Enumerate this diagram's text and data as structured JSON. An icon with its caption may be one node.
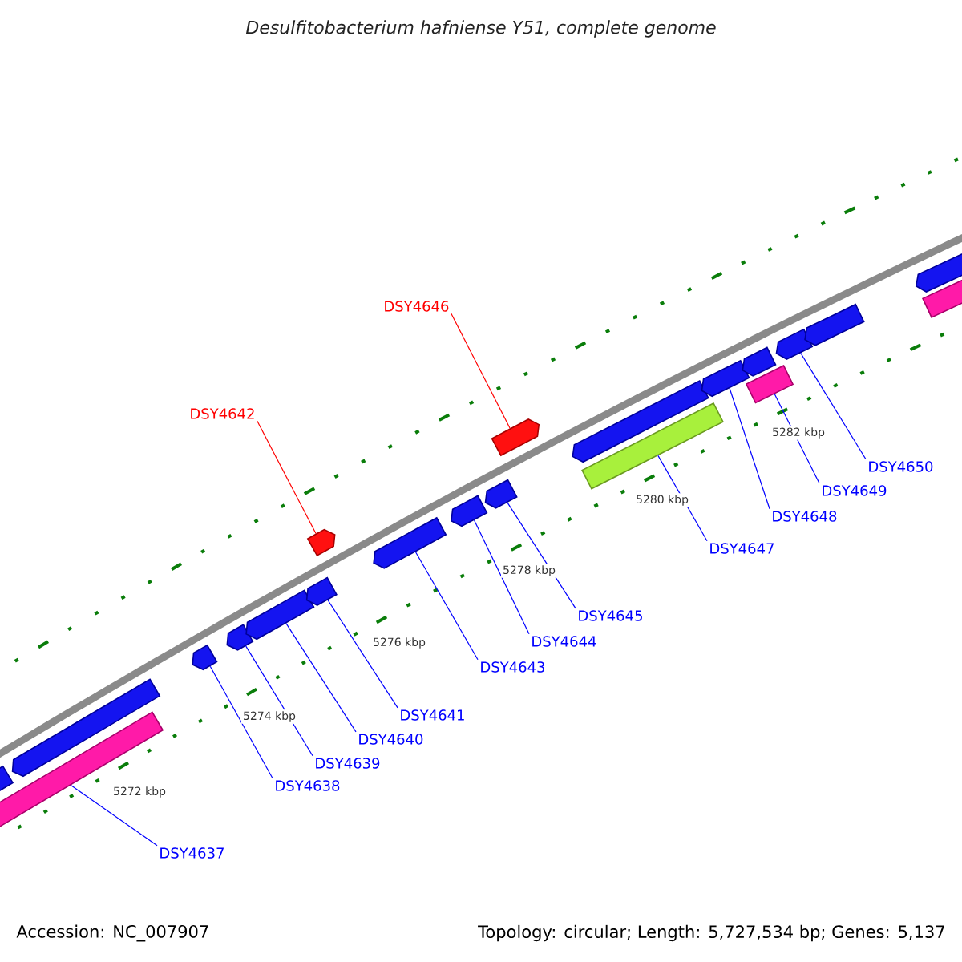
{
  "diagram": {
    "title": "Desulfitobacterium hafniense Y51, complete genome",
    "nodes": [
      {
        "text": [],
        "shape": "arrow"
      },
      {
        "text": [],
        "shape": "bar"
      },
      {
        "text": [],
        "shape": "arrow"
      },
      {
        "text": [],
        "shape": "arrow"
      },
      {
        "text": [],
        "shape": "arrow"
      },
      {
        "text": [],
        "shape": "arrow"
      },
      {
        "text": [],
        "shape": "arrow"
      },
      {
        "text": [],
        "shape": "arrow"
      },
      {
        "text": [],
        "shape": "arrow"
      },
      {
        "text": [],
        "shape": "arrow"
      },
      {
        "text": [],
        "shape": "arrow"
      },
      {
        "text": [],
        "shape": "arrow"
      },
      {
        "text": [],
        "shape": "arrow"
      },
      {
        "text": [],
        "shape": "bar"
      },
      {
        "text": [],
        "shape": "arrow"
      },
      {
        "text": [],
        "shape": "arrow"
      },
      {
        "text": [],
        "shape": "bar"
      },
      {
        "text": [],
        "shape": "arrow"
      },
      {
        "text": [],
        "shape": "arrow"
      },
      {
        "text": [],
        "shape": "arrow"
      },
      {
        "text": [],
        "shape": "bar"
      },
      {
        "text": [
          "DSY4637"
        ]
      },
      {
        "text": [
          "DSY4638"
        ]
      },
      {
        "text": [
          "DSY4639"
        ]
      },
      {
        "text": [
          "DSY4640"
        ]
      },
      {
        "text": [
          "DSY4641"
        ]
      },
      {
        "text": [
          "DSY4642"
        ]
      },
      {
        "text": [
          "DSY4643"
        ]
      },
      {
        "text": [
          "DSY4644"
        ]
      },
      {
        "text": [
          "DSY4645"
        ]
      },
      {
        "text": [
          "DSY4646"
        ]
      },
      {
        "text": [
          "DSY4647"
        ]
      },
      {
        "text": [
          "DSY4648"
        ]
      },
      {
        "text": [
          "DSY4649"
        ]
      },
      {
        "text": [
          "DSY4650"
        ]
      }
    ],
    "edges": [
      {
        "from": 21,
        "to": 1,
        "arrow": "none"
      },
      {
        "from": 22,
        "to": 3,
        "arrow": "none"
      },
      {
        "from": 23,
        "to": 4,
        "arrow": "none"
      },
      {
        "from": 24,
        "to": 5,
        "arrow": "none"
      },
      {
        "from": 25,
        "to": 6,
        "arrow": "none"
      },
      {
        "from": 26,
        "to": 7,
        "arrow": "none",
        "color": "#ff0000"
      },
      {
        "from": 27,
        "to": 8,
        "arrow": "none"
      },
      {
        "from": 28,
        "to": 9,
        "arrow": "none"
      },
      {
        "from": 29,
        "to": 10,
        "arrow": "none"
      },
      {
        "from": 30,
        "to": 11,
        "arrow": "none",
        "color": "#ff0000"
      },
      {
        "from": 31,
        "to": 13,
        "arrow": "none"
      },
      {
        "from": 32,
        "to": 14,
        "arrow": "none"
      },
      {
        "from": 33,
        "to": 16,
        "arrow": "none"
      },
      {
        "from": 34,
        "to": 17,
        "arrow": "none"
      }
    ],
    "labels": [
      "5272 kbp",
      "5274 kbp",
      "5276 kbp",
      "5278 kbp",
      "5280 kbp",
      "5282 kbp",
      "Accession: NC_007907",
      "Topology: circular; Length: 5,727,534 bp; Genes: 5,137"
    ]
  }
}
